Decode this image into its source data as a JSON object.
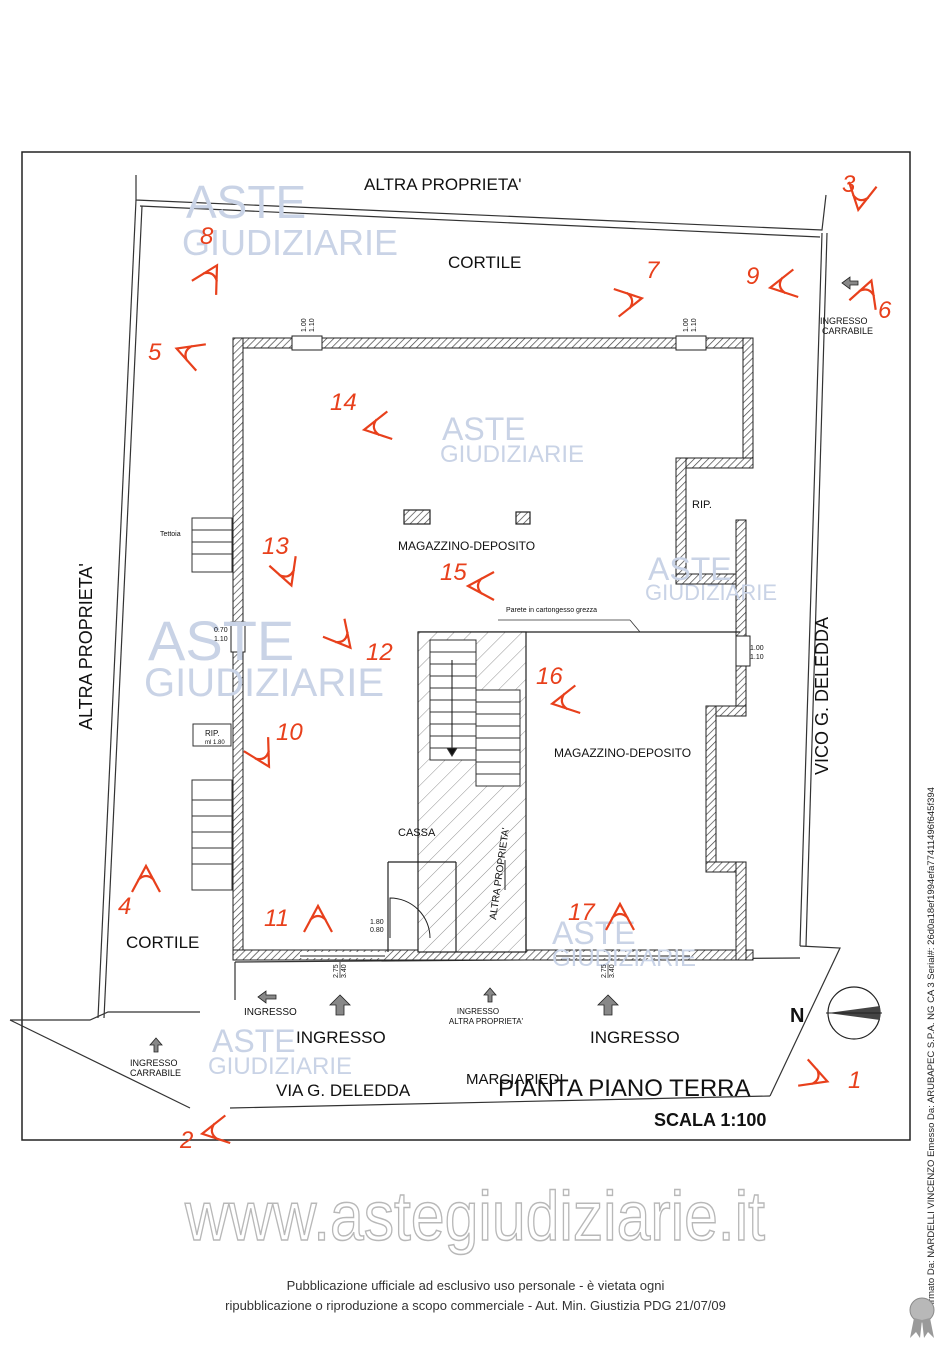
{
  "plan": {
    "title": "PIANTA PIANO TERRA",
    "scale": "SCALA 1:100"
  },
  "labels": {
    "altra_proprieta_top": "ALTRA PROPRIETA'",
    "cortile_top": "CORTILE",
    "altra_proprieta_left": "ALTRA PROPRIETA'",
    "cortile_bottom": "CORTILE",
    "vico": "VICO G. DELEDDA",
    "via": "VIA G. DELEDDA",
    "marciapiedi": "MARCIAPIEDI",
    "magazzino_1": "MAGAZZINO-DEPOSITO",
    "magazzino_2": "MAGAZZINO-DEPOSITO",
    "rip_right": "RIP.",
    "rip_left": "RIP.",
    "rip_left_dim": "ml 1.80",
    "cassa": "CASSA",
    "altra_proprieta_stair": "ALTRA PROPRIETA'",
    "parete": "Parete in cartongesso grezza",
    "tettoia": "Tettoia",
    "ingresso_left": "INGRESSO",
    "ingresso_main_1": "INGRESSO",
    "ingresso_main_2": "INGRESSO",
    "ingresso_altra_1": "INGRESSO",
    "ingresso_altra_2": "ALTRA PROPRIETA'",
    "carrabile_right_1": "INGRESSO",
    "carrabile_right_2": "CARRABILE",
    "carrabile_bottom_1": "INGRESSO",
    "carrabile_bottom_2": "CARRABILE",
    "north": "N"
  },
  "dimensions": {
    "win_top_left_1": "1.00",
    "win_top_left_2": "1.10",
    "win_top_right_1": "1.00",
    "win_top_right_2": "1.10",
    "win_left_1": "0.70",
    "win_left_2": "1.10",
    "win_right_1": "1.00",
    "win_right_2": "1.10",
    "door_cassa_1": "1.80",
    "door_cassa_2": "0.80",
    "door_bottom_left_1": "2.75",
    "door_bottom_left_2": "3.40",
    "door_bottom_right_1": "2.75",
    "door_bottom_right_2": "3.40"
  },
  "photo_points": [
    "1",
    "2",
    "3",
    "4",
    "5",
    "6",
    "7",
    "8",
    "9",
    "10",
    "11",
    "12",
    "13",
    "14",
    "15",
    "16",
    "17"
  ],
  "watermark": {
    "line1": "ASTE",
    "line2": "GIUDIZIARIE",
    "url": "www.astegiudiziarie.it"
  },
  "signature": "Firmato Da: NARDELLI VINCENZO Emesso Da: ARUBAPEC S.P.A. NG CA 3 Serial#: 26d0a18ef1994efa77411496f645f394",
  "footer": {
    "line1": "Pubblicazione ufficiale ad esclusivo uso personale - è vietata ogni",
    "line2": "ripubblicazione o riproduzione a scopo commerciale - Aut. Min. Giustizia PDG 21/07/09"
  },
  "colors": {
    "photo_marker": "#e8401c",
    "watermark": "#c9d3e6",
    "wall_hatch": "#555555"
  }
}
